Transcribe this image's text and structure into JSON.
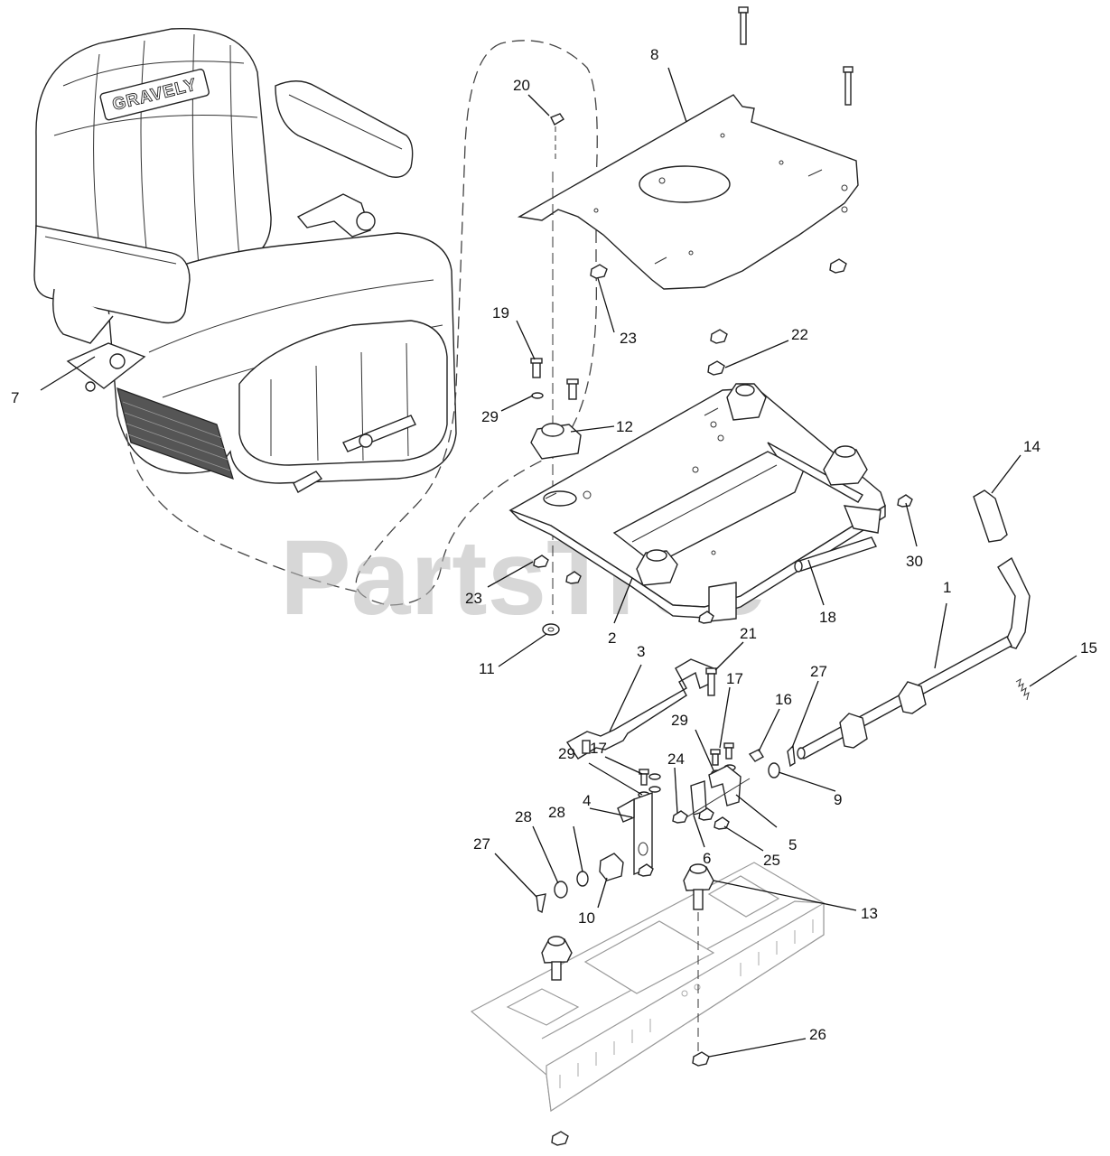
{
  "watermark": "PartsTree",
  "seat_brand": "GRAVELY",
  "callouts": [
    "1",
    "2",
    "3",
    "4",
    "5",
    "6",
    "7",
    "8",
    "9",
    "10",
    "11",
    "12",
    "13",
    "14",
    "15",
    "16",
    "17",
    "17",
    "18",
    "19",
    "20",
    "21",
    "22",
    "23",
    "23",
    "24",
    "25",
    "26",
    "27",
    "27",
    "28",
    "28",
    "29",
    "29",
    "29",
    "30"
  ]
}
